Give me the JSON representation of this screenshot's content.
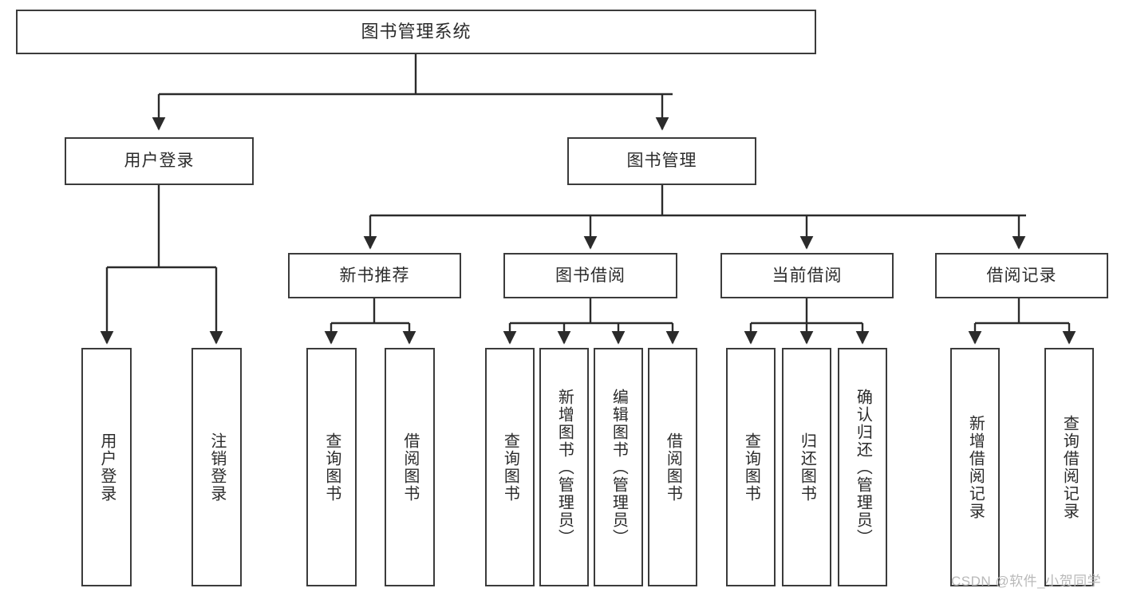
{
  "diagram": {
    "title": "图书管理系统",
    "type": "hierarchy-tree",
    "watermark": "CSDN @软件_小贺同学",
    "colors": {
      "background": "#ffffff",
      "box_border": "#3b3b3b",
      "box_fill": "#ffffff",
      "text": "#2b2b2b",
      "connector": "#2b2b2b",
      "watermark": "#b9b9b9"
    },
    "root": {
      "label": "图书管理系统"
    },
    "level2": [
      {
        "label": "用户登录"
      },
      {
        "label": "图书管理"
      }
    ],
    "level3": [
      {
        "label": "新书推荐"
      },
      {
        "label": "图书借阅"
      },
      {
        "label": "当前借阅"
      },
      {
        "label": "借阅记录"
      }
    ],
    "leaves_user_login": [
      {
        "label": "用户登录"
      },
      {
        "label": "注销登录"
      }
    ],
    "leaves_new_book": [
      {
        "label": "查询图书"
      },
      {
        "label": "借阅图书"
      }
    ],
    "leaves_borrow": [
      {
        "label": "查询图书"
      },
      {
        "label": "新增图书（管理员）"
      },
      {
        "label": "编辑图书（管理员）"
      },
      {
        "label": "借阅图书"
      }
    ],
    "leaves_current": [
      {
        "label": "查询图书"
      },
      {
        "label": "归还图书"
      },
      {
        "label": "确认归还（管理员）"
      }
    ],
    "leaves_record": [
      {
        "label": "新增借阅记录"
      },
      {
        "label": "查询借阅记录"
      }
    ]
  }
}
